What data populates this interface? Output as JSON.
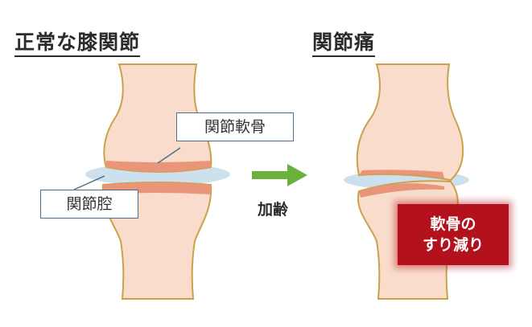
{
  "titles": {
    "normal": "正常な膝関節",
    "pain": "関節痛"
  },
  "labels": {
    "cartilage": "関節軟骨",
    "cavity": "関節腔"
  },
  "arrow": {
    "label": "加齢"
  },
  "badge": {
    "line1": "軟骨の",
    "line2": "すり減り"
  },
  "colors": {
    "bone_fill": "#f9dccb",
    "bone_outline": "#c9a24a",
    "cartilage": "#e8957a",
    "cavity": "#cde0ee",
    "arrow": "#6bb23c",
    "badge": "#b3121c"
  }
}
